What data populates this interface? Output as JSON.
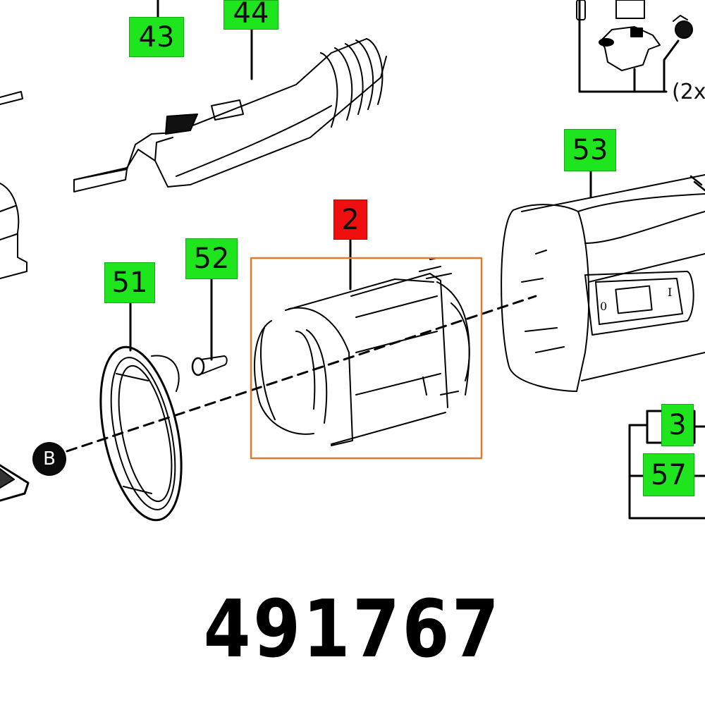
{
  "diagram": {
    "type": "exploded-parts-diagram",
    "part_number": "491767",
    "highlighted_part": "2",
    "colors": {
      "callout_green": "#1fe51f",
      "callout_red": "#f00f0f",
      "highlight_box": "#e07a2e",
      "line_art": "#000000",
      "background": "#ffffff"
    },
    "callouts": [
      {
        "id": "43",
        "label": "43",
        "color": "green"
      },
      {
        "id": "44",
        "label": "44",
        "color": "green"
      },
      {
        "id": "53",
        "label": "53",
        "color": "green"
      },
      {
        "id": "2",
        "label": "2",
        "color": "red",
        "highlighted": true
      },
      {
        "id": "52",
        "label": "52",
        "color": "green"
      },
      {
        "id": "51",
        "label": "51",
        "color": "green"
      },
      {
        "id": "3",
        "label": "3",
        "color": "green"
      },
      {
        "id": "57",
        "label": "57",
        "color": "green"
      }
    ],
    "reference_marker": {
      "label": "B"
    },
    "quantity_note": "(2x",
    "parts": [
      {
        "callout": "43",
        "description": "partial component (top edge)"
      },
      {
        "callout": "44",
        "description": "cable sleeve / strain relief"
      },
      {
        "callout": "53",
        "description": "motor housing with switch"
      },
      {
        "callout": "2",
        "description": "stator (field coil)"
      },
      {
        "callout": "52",
        "description": "screw"
      },
      {
        "callout": "51",
        "description": "bearing flange / fan cover ring"
      },
      {
        "callout": "3",
        "description": "grouped part"
      },
      {
        "callout": "57",
        "description": "grouped part"
      }
    ]
  }
}
